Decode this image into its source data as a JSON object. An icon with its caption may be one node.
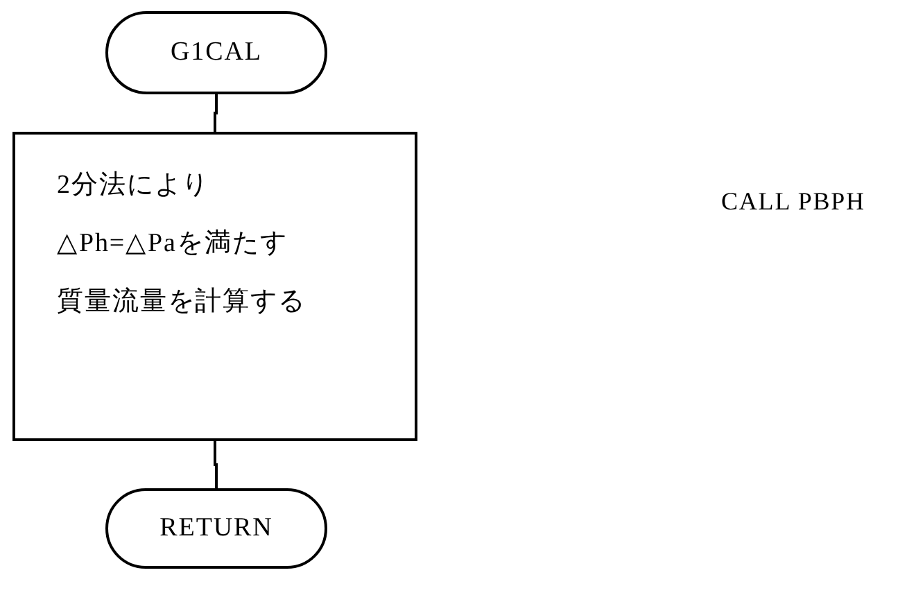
{
  "diagram": {
    "nodes": [
      {
        "text": [
          "G1CAL"
        ]
      },
      {
        "text": [
          "2分法により",
          "△Ph=△Paを満たす",
          "質量流量を計算する"
        ]
      },
      {
        "text": [
          "RETURN"
        ]
      }
    ],
    "edges": [
      {
        "from": 0,
        "to": 1,
        "arrow": "none"
      },
      {
        "from": 1,
        "to": 2,
        "arrow": "none"
      }
    ],
    "labels": [
      "CALL PBPH"
    ]
  }
}
